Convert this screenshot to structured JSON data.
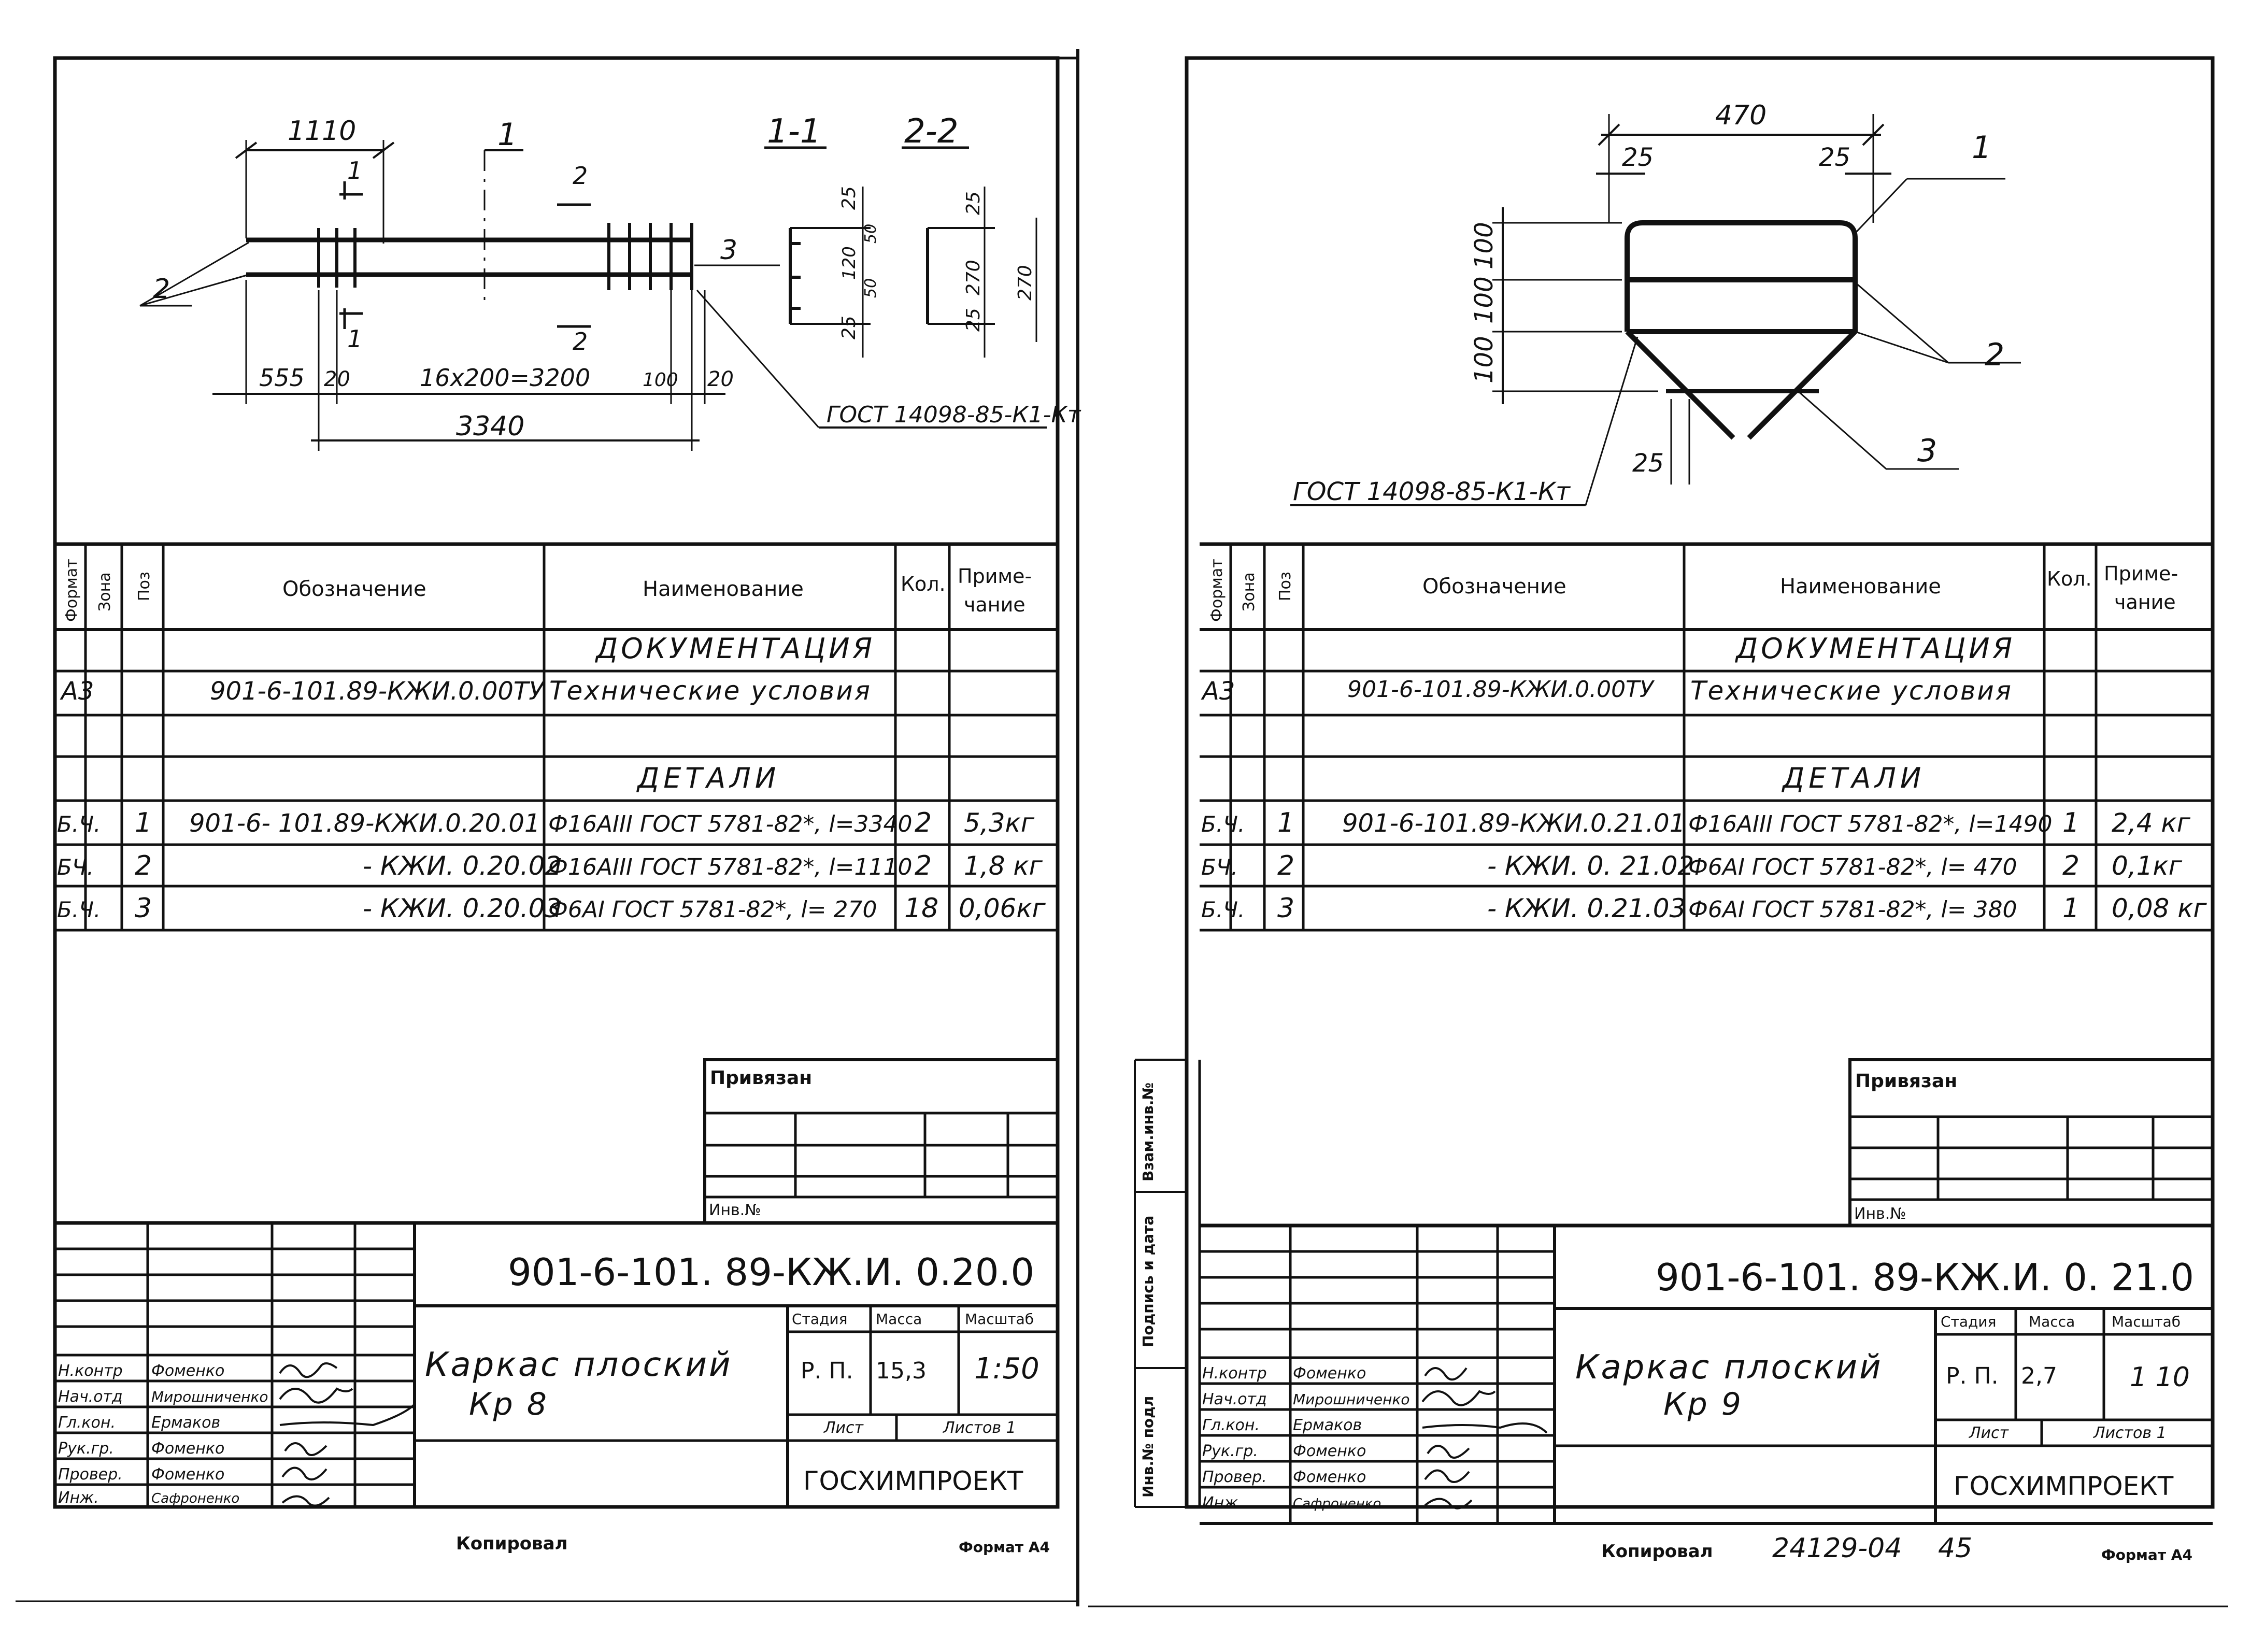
{
  "left": {
    "drawing": {
      "dim_top": "1110",
      "sec_1": "1",
      "sec_2": "2",
      "cut_1": "1",
      "cut_2": "2",
      "pos_2": "2",
      "pos_3": "3",
      "dim_555": "555",
      "dim_20a": "20",
      "dim_span": "16x200=3200",
      "dim_100": "100",
      "dim_20b": "20",
      "dim_3340": "3340",
      "view_11": "1-1",
      "view_22": "2-2",
      "d25a": "25",
      "d50a": "50",
      "d120": "120",
      "d50b": "50",
      "d25b": "25",
      "d25c": "25",
      "d270a": "270",
      "d270b": "270",
      "d25d": "25",
      "gost_weld": "ГОСТ 14098-85-К1-Кт"
    },
    "headers": {
      "format": "Формат",
      "zone": "Зона",
      "pos": "Поз",
      "designation": "Обозначение",
      "name": "Наименование",
      "qty": "Кол.",
      "note_1": "Приме-",
      "note_2": "чание"
    },
    "section_doc": "ДОКУМЕНТАЦИЯ",
    "doc_row": {
      "format": "А3",
      "designation": "901-6-101.89-КЖИ.0.00ТУ",
      "name": "Технические условия"
    },
    "section_details": "ДЕТАЛИ",
    "rows": [
      {
        "format": "Б.Ч.",
        "pos": "1",
        "designation": "901-6- 101.89-КЖИ.0.20.01",
        "name": "Ф16АIII ГОСТ 5781-82*, l=3340",
        "qty": "2",
        "note": "5,3кг"
      },
      {
        "format": "БЧ.",
        "pos": "2",
        "designation": "- КЖИ. 0.20.02",
        "name": "Ф16АIII ГОСТ 5781-82*, l=1110",
        "qty": "2",
        "note": "1,8 кг"
      },
      {
        "format": "Б.Ч.",
        "pos": "3",
        "designation": "- КЖИ. 0.20.03",
        "name": "Ф6АI ГОСТ 5781-82*, l= 270",
        "qty": "18",
        "note": "0,06кг"
      }
    ],
    "privyazan": "Привязан",
    "inv_no": "Инв.№",
    "code": "901-6-101. 89-КЖ.И. 0.20.0",
    "title_1": "Каркас плоский",
    "title_2": "Кр 8",
    "stadia": "Стадия",
    "massa": "Масса",
    "masshtab": "Масштаб",
    "stadia_val": "Р. П.",
    "massa_val": "15,3",
    "masshtab_val": "1:50",
    "list": "Лист",
    "listov": "Листов 1",
    "org": "ГОСХИМПРОЕКТ",
    "roles": [
      "Н.контр",
      "Нач.отд",
      "Гл.кон.",
      "Рук.гр.",
      "Провер.",
      "Инж."
    ],
    "names": [
      "Фоменко",
      "Мирошниченко",
      "Ермаков",
      "Фоменко",
      "Фоменко",
      "Сафроненко"
    ],
    "kopiroval": "Копировал",
    "format_a4": "Формат А4"
  },
  "right": {
    "drawing": {
      "dim_470": "470",
      "dim_25a": "25",
      "dim_25b": "25",
      "dim_100a": "100",
      "dim_100b": "100",
      "dim_100c": "100",
      "dim_25c": "25",
      "pos_1": "1",
      "pos_2": "2",
      "pos_3": "3",
      "gost_weld": "ГОСТ 14098-85-К1-Кт"
    },
    "headers": {
      "format": "Формат",
      "zone": "Зона",
      "pos": "Поз",
      "designation": "Обозначение",
      "name": "Наименование",
      "qty": "Кол.",
      "note_1": "Приме-",
      "note_2": "чание"
    },
    "section_doc": "ДОКУМЕНТАЦИЯ",
    "doc_row": {
      "format": "А3",
      "designation": "901-6-101.89-КЖИ.0.00ТУ",
      "name": "Технические условия"
    },
    "section_details": "ДЕТАЛИ",
    "rows": [
      {
        "format": "Б.Ч.",
        "pos": "1",
        "designation": "901-6-101.89-КЖИ.0.21.01",
        "name": "Ф16АIII ГОСТ 5781-82*, l=1490",
        "qty": "1",
        "note": "2,4 кг"
      },
      {
        "format": "БЧ.",
        "pos": "2",
        "designation": "- КЖИ. 0. 21.02",
        "name": "Ф6АI ГОСТ 5781-82*, l= 470",
        "qty": "2",
        "note": "0,1кг"
      },
      {
        "format": "Б.Ч.",
        "pos": "3",
        "designation": "- КЖИ. 0.21.03",
        "name": "Ф6АI ГОСТ 5781-82*, l= 380",
        "qty": "1",
        "note": "0,08 кг"
      }
    ],
    "privyazan": "Привязан",
    "inv_no": "Инв.№",
    "code": "901-6-101. 89-КЖ.И. 0. 21.0",
    "title_1": "Каркас плоский",
    "title_2": "Кр 9",
    "stadia": "Стадия",
    "massa": "Масса",
    "masshtab": "Масштаб",
    "stadia_val": "Р. П.",
    "massa_val": "2,7",
    "masshtab_val": "1 10",
    "list": "Лист",
    "listov": "Листов 1",
    "org": "ГОСХИМПРОЕКТ",
    "roles": [
      "Н.контр",
      "Нач.отд",
      "Гл.кон.",
      "Рук.гр.",
      "Провер.",
      "Инж."
    ],
    "names": [
      "Фоменко",
      "Мирошниченко",
      "Ермаков",
      "Фоменко",
      "Фоменко",
      "Сафроненко"
    ],
    "side_vzam": "Взам.инв.№",
    "side_podpis": "Подпись и дата",
    "side_inv": "Инв.№ подл",
    "kopiroval": "Копировал",
    "archive_no": "24129-04",
    "sheet_no": "45",
    "format_a4": "Формат А4"
  }
}
